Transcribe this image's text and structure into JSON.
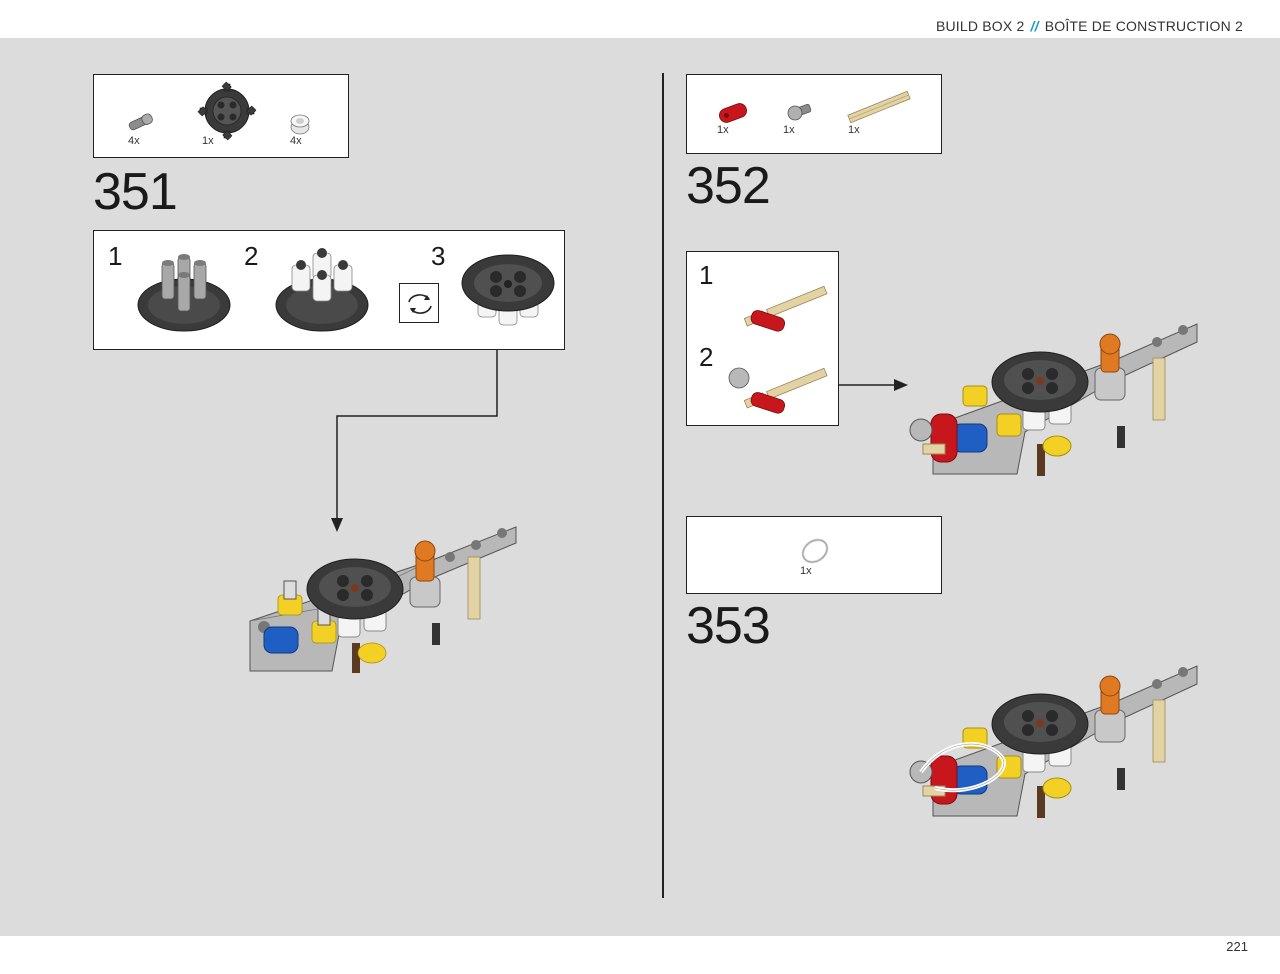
{
  "header": {
    "left_text": "BUILD BOX 2",
    "separator": "//",
    "right_text": "BOÎTE DE CONSTRUCTION 2"
  },
  "page_number": "221",
  "steps": [
    {
      "number": "351",
      "parts": [
        {
          "qty": "4x",
          "icon": "axle-pin-icon"
        },
        {
          "qty": "1x",
          "icon": "gear-icon"
        },
        {
          "qty": "4x",
          "icon": "bushing-icon"
        }
      ],
      "substeps": [
        "1",
        "2",
        "3"
      ]
    },
    {
      "number": "352",
      "parts": [
        {
          "qty": "1x",
          "icon": "red-liftarm-icon"
        },
        {
          "qty": "1x",
          "icon": "ball-pin-icon"
        },
        {
          "qty": "1x",
          "icon": "tan-axle-icon"
        }
      ],
      "substeps": [
        "1",
        "2"
      ]
    },
    {
      "number": "353",
      "parts": [
        {
          "qty": "1x",
          "icon": "rubber-band-icon"
        }
      ]
    }
  ],
  "colors": {
    "background": "#dcdcdc",
    "accent": "#1a9ad6",
    "gear_dark": "#3a3a3a",
    "beam_gray": "#b8b8b8",
    "red": "#c8161d",
    "blue": "#1f5fc4",
    "yellow": "#f2d024",
    "orange": "#e07a22",
    "tan": "#e3d2a4"
  }
}
